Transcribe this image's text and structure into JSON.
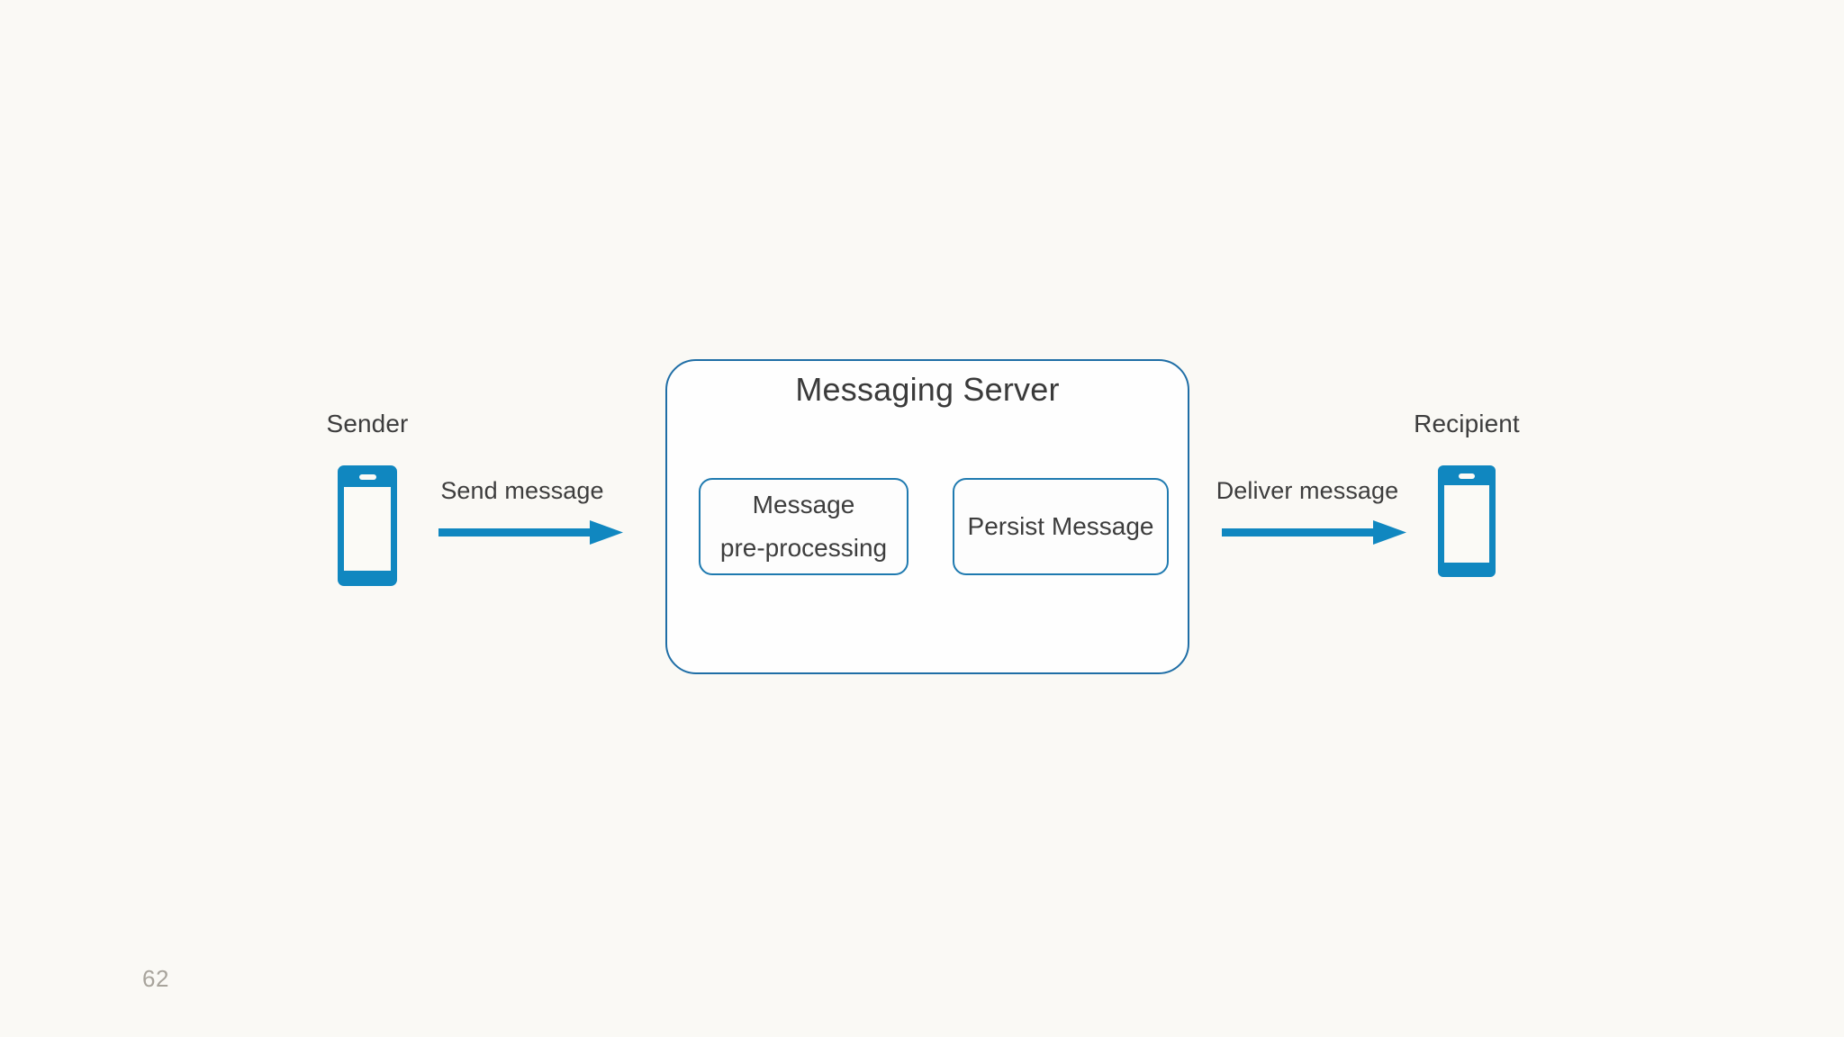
{
  "slide": {
    "background_color": "#faf9f5",
    "page_number": "62"
  },
  "theme": {
    "accent_blue": "#1087c0",
    "border_blue": "#1f6ea6",
    "node_border_blue": "#1f7ab0",
    "text_dark": "#3d3d3d",
    "title_dark": "#3a3a3a",
    "page_number_gray": "#a8a49c"
  },
  "diagram": {
    "type": "flow",
    "title": "Messaging Server",
    "actors": [
      {
        "id": "sender",
        "label": "Sender",
        "icon": "mobile-phone-icon"
      },
      {
        "id": "recipient",
        "label": "Recipient",
        "icon": "mobile-phone-icon"
      }
    ],
    "server": {
      "title": "Messaging Server",
      "nodes": [
        {
          "id": "preprocess",
          "line1": "Message",
          "line2": "pre-processing"
        },
        {
          "id": "persist",
          "line1": "Persist Message",
          "line2": ""
        }
      ]
    },
    "edges": [
      {
        "id": "send",
        "label": "Send message",
        "from": "sender",
        "to": "server",
        "icon": "arrow-right-icon"
      },
      {
        "id": "deliver",
        "label": "Deliver message",
        "from": "server",
        "to": "recipient",
        "icon": "arrow-right-icon"
      }
    ]
  }
}
